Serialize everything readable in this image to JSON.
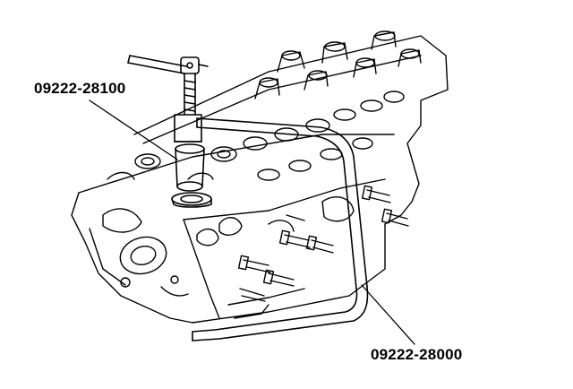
{
  "callouts": {
    "valve_spring_compressor_attachment": "09222-28100",
    "valve_spring_compressor": "09222-28000"
  },
  "colors": {
    "line": "#000000",
    "background": "#ffffff"
  },
  "icons": [
    "cylinder-head-illustration",
    "valve-spring-compressor-tool",
    "t-handle-screw"
  ]
}
